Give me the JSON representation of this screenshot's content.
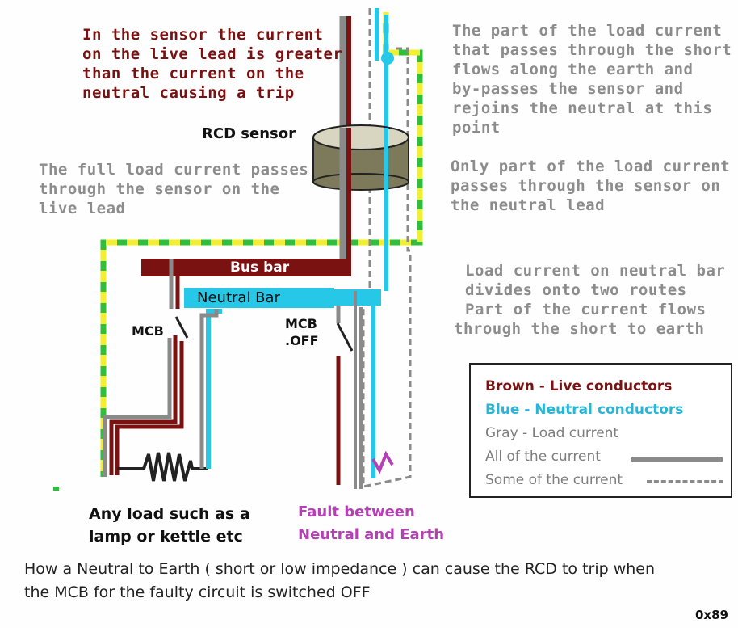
{
  "labels": {
    "top_left": [
      "In the sensor the current",
      "on the live lead is greater",
      "than the current on the",
      "neutral causing a trip"
    ],
    "rcd_sensor": "RCD sensor",
    "full_load": [
      "The full load current passes",
      "through the sensor on the",
      " live lead"
    ],
    "top_right": [
      "The part of the load current",
      "that passes through the short",
      "flows along the earth and",
      "by-passes the sensor and",
      "rejoins the neutral at this",
      "point"
    ],
    "only_part": [
      "Only part of the load current",
      "passes through the sensor on",
      "the neutral lead"
    ],
    "divides": [
      "Load current on neutral bar",
      "divides onto two routes",
      "Part of the current flows",
      "through the short to earth"
    ],
    "bus_bar": "Bus bar",
    "neutral_bar": "Neutral Bar",
    "mcb_left": "MCB",
    "mcb_off": [
      "MCB",
      ".OFF"
    ],
    "load": [
      "Any load such as a",
      "lamp or kettle etc"
    ],
    "fault": [
      "Fault between",
      " Neutral and Earth"
    ],
    "caption": [
      "How a Neutral to Earth  ( short or low impedance ) can cause the RCD to trip when",
      "the MCB for the faulty circuit is switched  OFF"
    ],
    "code": "0x89"
  },
  "legend": {
    "brown": "Brown - Live conductors",
    "blue": "Blue - Neutral conductors",
    "gray": "Gray - Load current",
    "all": "All of the current",
    "some": "Some of the current"
  },
  "colors": {
    "live": "#7a1212",
    "neutral": "#27c7e8",
    "earth_green": "#2fbf3a",
    "earth_yellow": "#f2ee30",
    "load_current": "#8a8a8a",
    "sensor": "#7c7a5a",
    "fault": "#b53fb5"
  }
}
